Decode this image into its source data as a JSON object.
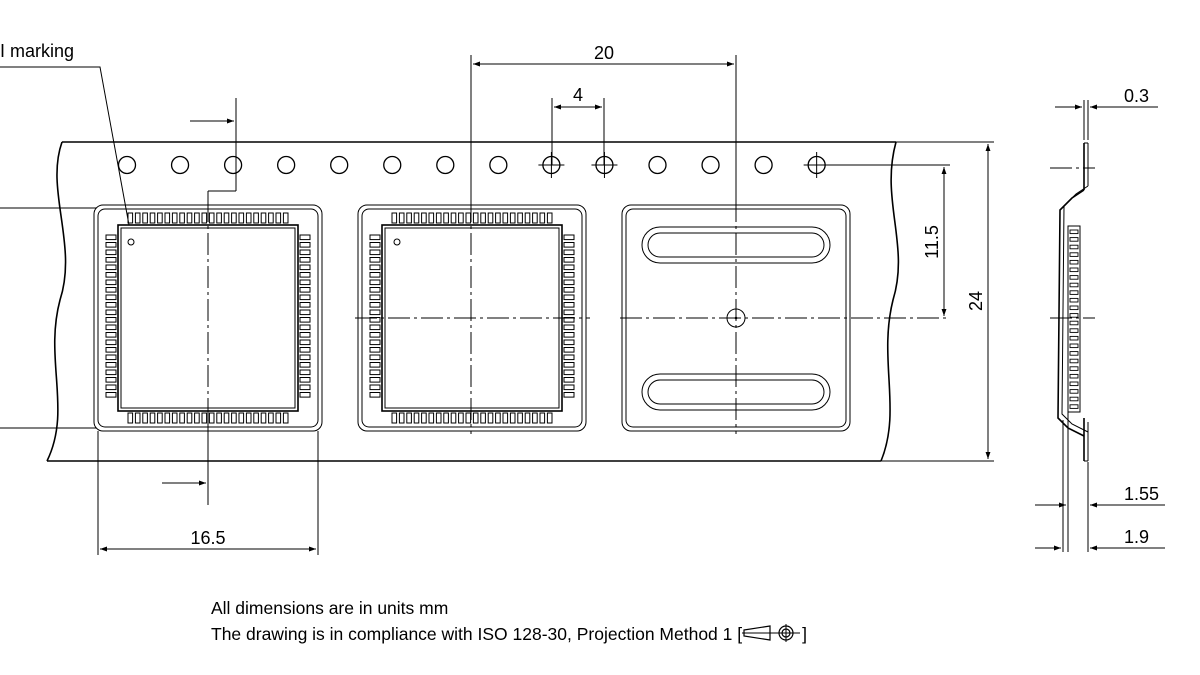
{
  "dimensions": {
    "pitch_20": "20",
    "hole_pitch_4": "4",
    "thickness_0_3": "0.3",
    "offset_11_5": "11.5",
    "tape_width_24": "24",
    "pocket_16_5": "16.5",
    "depth_1_55": "1.55",
    "depth_1_9": "1.9"
  },
  "labels": {
    "pin1_marking": "I marking"
  },
  "notes": {
    "line1": "All dimensions are in units mm",
    "line2": "The drawing is in compliance with ISO 128-30, Projection Method 1 [",
    "line2_end": "]"
  },
  "icons": {
    "projection_symbol": "first-angle-projection-icon"
  }
}
